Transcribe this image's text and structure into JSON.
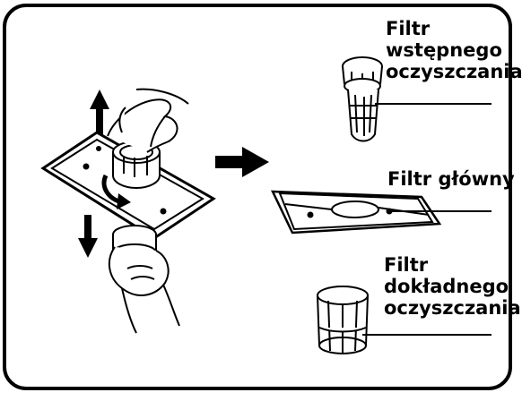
{
  "labels": {
    "prefilter": [
      "Filtr",
      "wstępnego",
      "oczyszczania"
    ],
    "main_filter": "Filtr główny",
    "fine_filter": [
      "Filtr",
      "dokładnego",
      "oczyszczania"
    ]
  },
  "icons": {
    "up_arrow": "arrow-up-icon",
    "down_arrow": "arrow-down-icon",
    "right_arrow": "arrow-right-icon",
    "rotate": "rotate-icon"
  },
  "colors": {
    "ink": "#000000",
    "background": "#ffffff"
  }
}
